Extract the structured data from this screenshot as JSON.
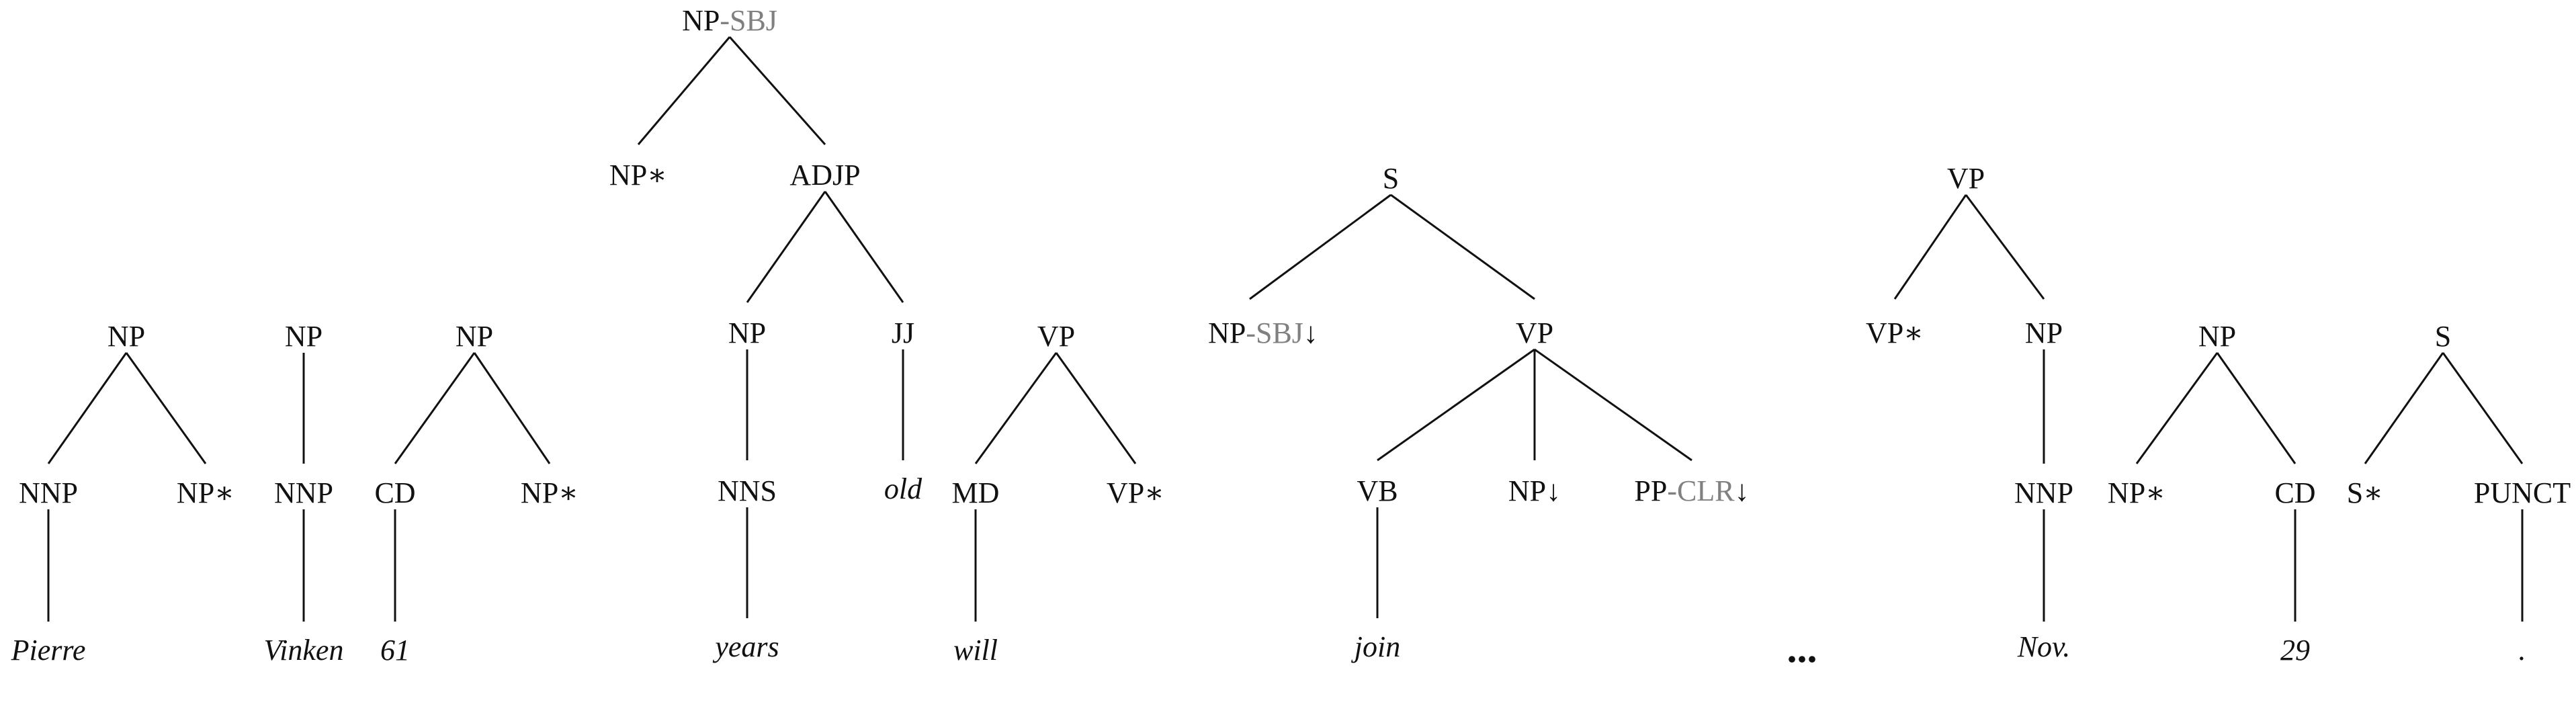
{
  "colors": {
    "label": "#111111",
    "function_tag": "#808080",
    "edge": "#111111"
  },
  "trees": [
    {
      "id": "t1",
      "root": "NP",
      "children": [
        {
          "label": "NNP",
          "children": [
            {
              "word": "Pierre"
            }
          ]
        },
        {
          "label": "NP∗"
        }
      ]
    },
    {
      "id": "t2",
      "root": "NP",
      "children": [
        {
          "label": "NNP",
          "children": [
            {
              "word": "Vinken"
            }
          ]
        }
      ]
    },
    {
      "id": "t3",
      "root": "NP",
      "children": [
        {
          "label": "CD",
          "children": [
            {
              "word": "61"
            }
          ]
        },
        {
          "label": "NP∗"
        }
      ]
    },
    {
      "id": "t4",
      "root": "NP",
      "root_tag": "-SBJ",
      "children": [
        {
          "label": "NP∗"
        },
        {
          "label": "ADJP",
          "children": [
            {
              "label": "NP",
              "children": [
                {
                  "label": "NNS",
                  "children": [
                    {
                      "word": "years"
                    }
                  ]
                }
              ]
            },
            {
              "label": "JJ",
              "children": [
                {
                  "word": "old"
                }
              ]
            }
          ]
        }
      ]
    },
    {
      "id": "t5",
      "root": "VP",
      "children": [
        {
          "label": "MD",
          "children": [
            {
              "word": "will"
            }
          ]
        },
        {
          "label": "VP∗"
        }
      ]
    },
    {
      "id": "t6",
      "root": "S",
      "children": [
        {
          "label": "NP",
          "tag": "-SBJ",
          "suffix": "↓"
        },
        {
          "label": "VP",
          "children": [
            {
              "label": "VB",
              "children": [
                {
                  "word": "join"
                }
              ]
            },
            {
              "label": "NP",
              "suffix": "↓"
            },
            {
              "label": "PP",
              "tag": "-CLR",
              "suffix": "↓"
            }
          ]
        }
      ]
    },
    {
      "id": "gap",
      "ellipsis": "..."
    },
    {
      "id": "t7",
      "root": "VP",
      "children": [
        {
          "label": "VP∗"
        },
        {
          "label": "NP",
          "children": [
            {
              "label": "NNP",
              "children": [
                {
                  "word": "Nov."
                }
              ]
            }
          ]
        }
      ]
    },
    {
      "id": "t8",
      "root": "NP",
      "children": [
        {
          "label": "NP∗"
        },
        {
          "label": "CD",
          "children": [
            {
              "word": "29"
            }
          ]
        }
      ]
    },
    {
      "id": "t9",
      "root": "S",
      "children": [
        {
          "label": "S∗"
        },
        {
          "label": "PUNCT",
          "children": [
            {
              "word": "."
            }
          ]
        }
      ]
    }
  ]
}
